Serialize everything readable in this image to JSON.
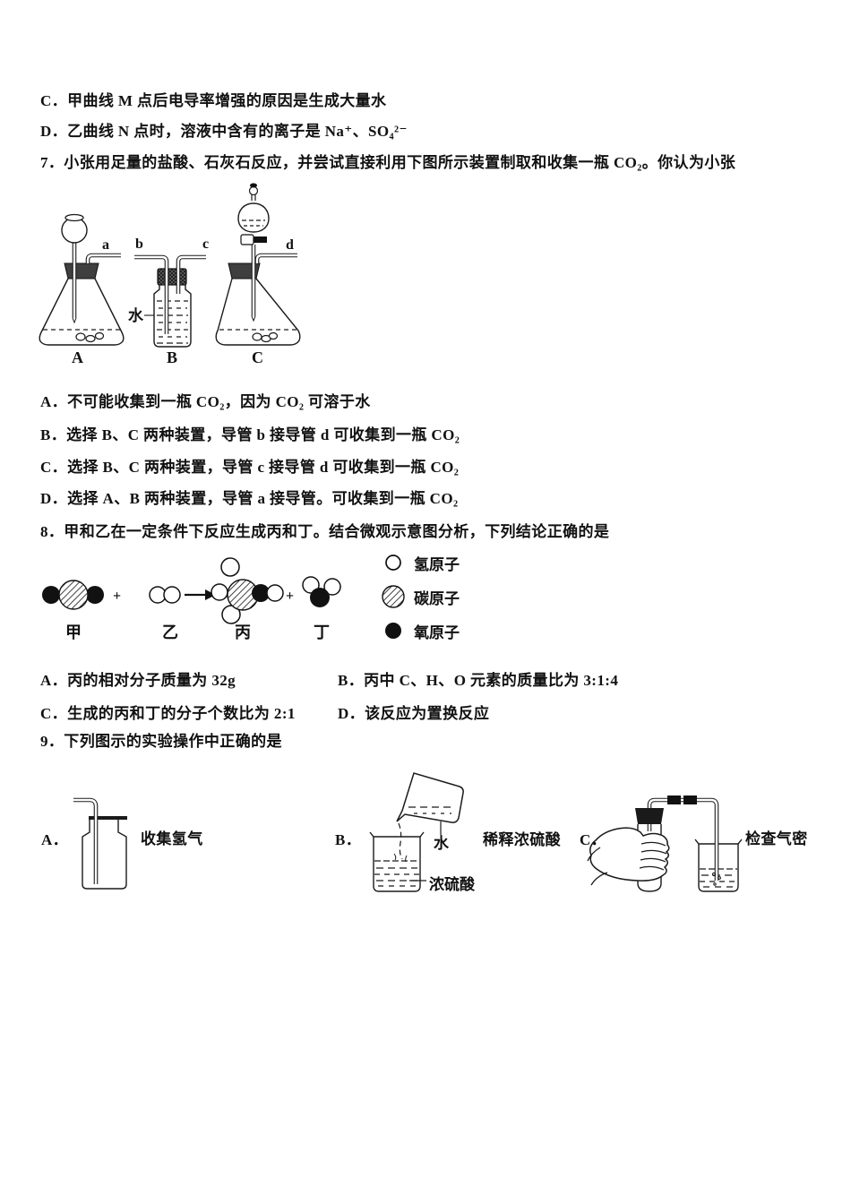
{
  "prev_options": {
    "c": "C．甲曲线 M 点后电导率增强的原因是生成大量水",
    "d": "D．乙曲线 N 点时，溶液中含有的离子是 Na⁺、SO₄²⁻"
  },
  "q7": {
    "stem": "7．小张用足量的盐酸、石灰石反应，并尝试直接利用下图所示装置制取和收集一瓶 CO₂。你认为小张",
    "labels": {
      "a": "a",
      "b": "b",
      "c": "c",
      "d": "d",
      "water": "水",
      "A": "A",
      "B": "B",
      "C": "C"
    },
    "options": {
      "a": "A．不可能收集到一瓶 CO₂，因为 CO₂ 可溶于水",
      "b": "B．选择 B、C 两种装置，导管 b 接导管 d 可收集到一瓶 CO₂",
      "c": "C．选择 B、C 两种装置，导管 c 接导管 d 可收集到一瓶 CO₂",
      "d": "D．选择 A、B 两种装置，导管 a 接导管。可收集到一瓶 CO₂"
    }
  },
  "q8": {
    "stem": "8．甲和乙在一定条件下反应生成丙和丁。结合微观示意图分析，下列结论正确的是",
    "labels": {
      "jia": "甲",
      "yi": "乙",
      "bing": "丙",
      "ding": "丁",
      "plus": "+"
    },
    "legend": [
      {
        "name": "hydrogen-atom",
        "label": "氢原子"
      },
      {
        "name": "carbon-atom",
        "label": "碳原子"
      },
      {
        "name": "oxygen-atom",
        "label": "氧原子"
      }
    ],
    "options": {
      "a": "A．丙的相对分子质量为 32g",
      "b": "B．丙中 C、H、O 元素的质量比为 3:1:4",
      "c": "C．生成的丙和丁的分子个数比为 2:1",
      "d": "D．该反应为置换反应"
    }
  },
  "q9": {
    "stem": "9．下列图示的实验操作中正确的是",
    "items": {
      "a_label": "A．",
      "a_caption": "收集氢气",
      "b_label": "B．",
      "b_water": "水",
      "b_acid": "浓硫酸",
      "b_caption": "稀释浓硫酸",
      "c_label": "C．",
      "c_caption": "检查气密"
    }
  }
}
